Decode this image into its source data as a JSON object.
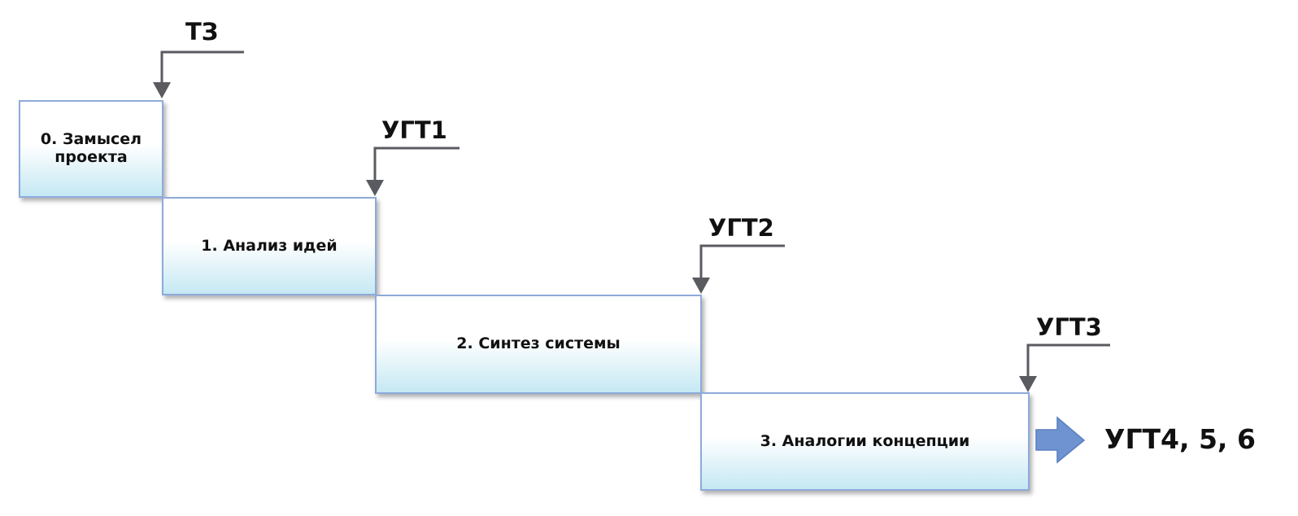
{
  "stages": [
    {
      "label": "0. Замысел проекта"
    },
    {
      "label": "1. Анализ идей"
    },
    {
      "label": "2. Синтез системы"
    },
    {
      "label": "3. Аналогии концепции"
    }
  ],
  "gates": [
    {
      "label": "ТЗ"
    },
    {
      "label": "УГТ1"
    },
    {
      "label": "УГТ2"
    },
    {
      "label": "УГТ3"
    }
  ],
  "next": {
    "label": "УГТ4, 5, 6"
  },
  "colors": {
    "box_border": "#8eaadb",
    "box_fill_bottom": "#c5e8f3",
    "bracket": "#595b60",
    "arrow": "#6f93d0"
  }
}
